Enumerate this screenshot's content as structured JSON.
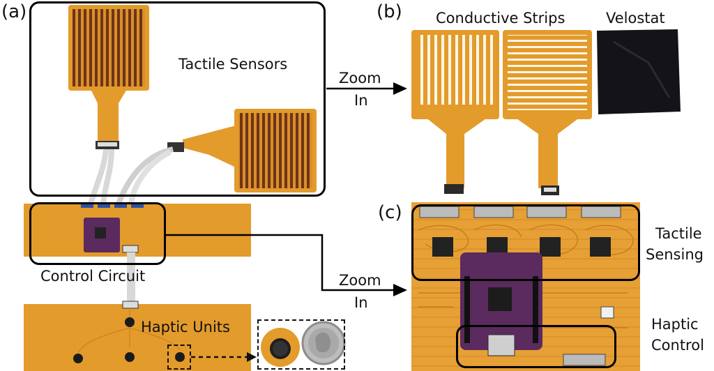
{
  "panels": {
    "a": {
      "letter": "(a)"
    },
    "b": {
      "letter": "(b)"
    },
    "c": {
      "letter": "(c)"
    }
  },
  "labels": {
    "tactile_sensors": "Tactile Sensors",
    "zoom_in_top_1": "Zoom",
    "zoom_in_top_2": "In",
    "conductive_strips": "Conductive Strips",
    "velostat": "Velostat",
    "control_circuit": "Control Circuit",
    "zoom_in_bottom_1": "Zoom",
    "zoom_in_bottom_2": "In",
    "haptic_units": "Haptic Units",
    "tactile_sensing_1": "Tactile",
    "tactile_sensing_2": "Sensing",
    "haptic_control_1": "Haptic",
    "haptic_control_2": "Control"
  },
  "colors": {
    "flex_pcb": "#e39b2c",
    "flex_pcb_dark": "#c97e1c",
    "sensor_trace": "#7a3b1a",
    "mcu_board": "#5b2a5e",
    "velostat": "#141418",
    "outline": "#000000"
  }
}
